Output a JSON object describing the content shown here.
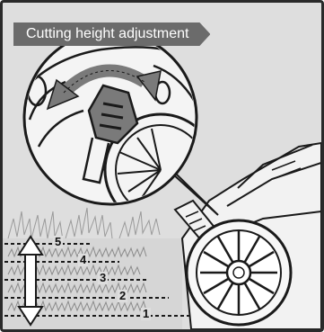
{
  "title": "Cutting height adjustment",
  "height_levels": [
    "5",
    "4",
    "3",
    "2",
    "1"
  ],
  "colors": {
    "background": "#dedede",
    "title_tag": "#6b6b6b",
    "title_text": "#ffffff",
    "line_art": "#1a1a1a",
    "mower_body": "#f2f2f2",
    "lever": "#7a7a7a",
    "arrow": "#7a7a7a"
  },
  "icons": {
    "rotation_arrow": "curved-double-arrow-icon",
    "height_arrow": "vertical-double-arrow-icon"
  }
}
